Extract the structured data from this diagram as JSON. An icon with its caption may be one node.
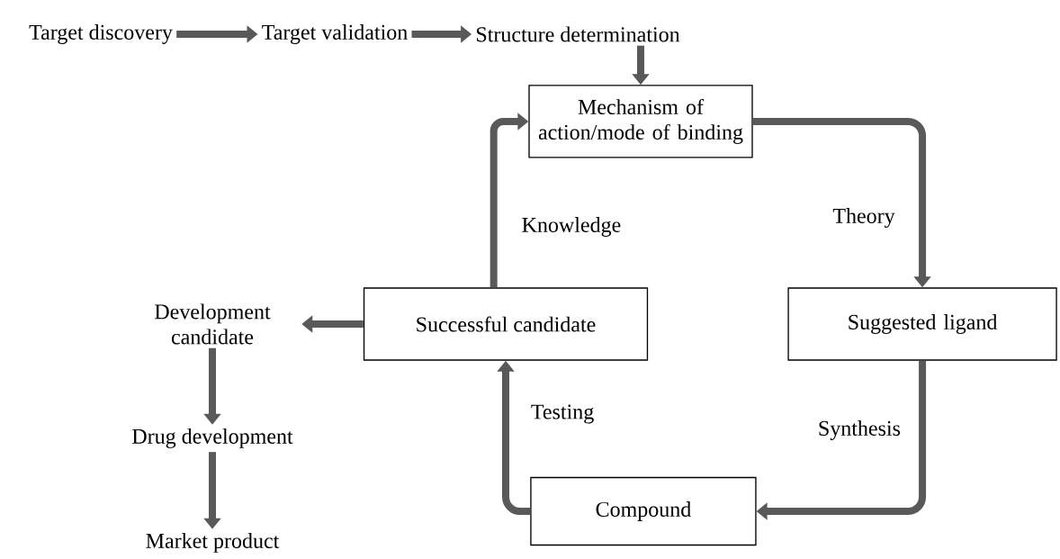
{
  "diagram": {
    "nodes": [
      {
        "text": [
          "Target discovery"
        ]
      },
      {
        "text": [
          "Target validation"
        ]
      },
      {
        "text": [
          "Structure determination"
        ]
      },
      {
        "text": [
          "Mechanism of action/mode of binding"
        ]
      },
      {
        "text": [
          "Suggested ligand"
        ]
      },
      {
        "text": [
          "Compound"
        ]
      },
      {
        "text": [
          "Successful candidate"
        ]
      },
      {
        "text": [
          "Development candidate"
        ]
      },
      {
        "text": [
          "Drug development"
        ]
      },
      {
        "text": [
          "Market product"
        ]
      }
    ],
    "edges": [
      {
        "from": 0,
        "to": 1,
        "arrow": "to"
      },
      {
        "from": 1,
        "to": 2,
        "arrow": "to"
      },
      {
        "from": 2,
        "to": 3,
        "arrow": "to"
      },
      {
        "from": 3,
        "to": 4,
        "arrow": "to",
        "label": "Theory"
      },
      {
        "from": 4,
        "to": 5,
        "arrow": "to",
        "label": "Synthesis"
      },
      {
        "from": 5,
        "to": 6,
        "arrow": "to",
        "label": "Testing"
      },
      {
        "from": 6,
        "to": 3,
        "arrow": "to",
        "label": "Knowledge"
      },
      {
        "from": 6,
        "to": 7,
        "arrow": "to"
      },
      {
        "from": 7,
        "to": 8,
        "arrow": "to"
      },
      {
        "from": 8,
        "to": 9,
        "arrow": "to"
      }
    ]
  }
}
